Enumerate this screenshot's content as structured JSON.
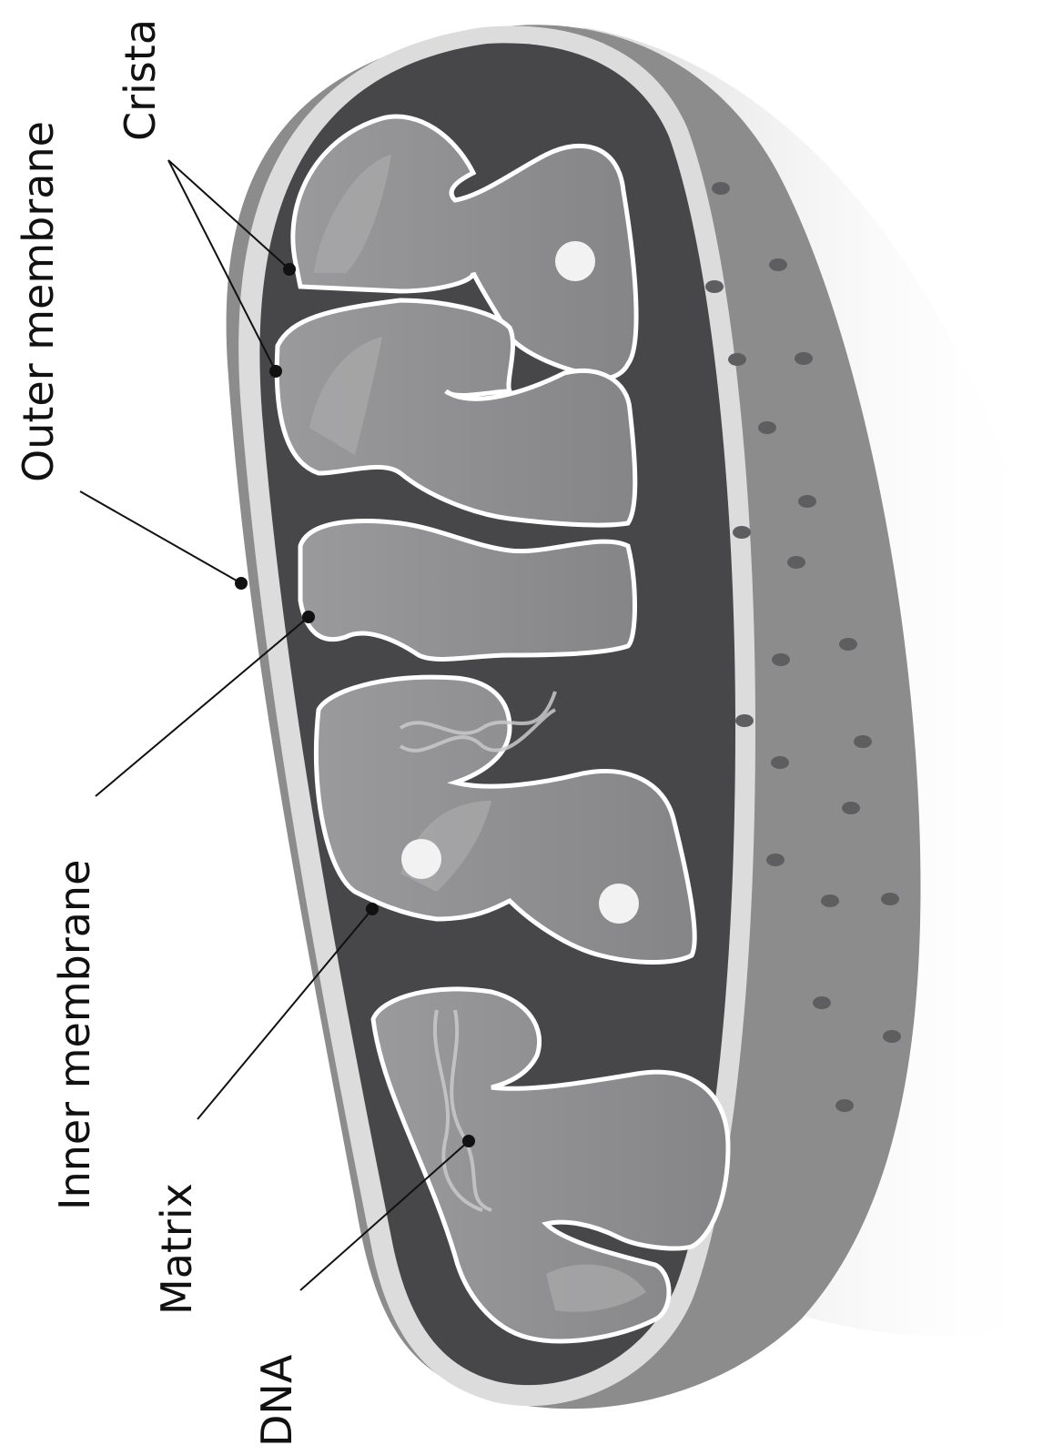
{
  "labels": {
    "crista": "Crista",
    "outer_membrane": "Outer membrane",
    "inner_membrane": "Inner membrane",
    "matrix": "Matrix",
    "dna": "DNA"
  },
  "colors": {
    "background": "#ffffff",
    "outer_shell": "#8c8c8d",
    "outer_rim": "#dcdcdc",
    "intermembrane_space": "#474749",
    "inner_membrane_line": "#ffffff",
    "matrix": "#8f8f91",
    "matrix_highlight": "#a7a7a9",
    "pore": "#5e5e60",
    "granule": "#f2f2f2",
    "label_text": "#111111"
  }
}
